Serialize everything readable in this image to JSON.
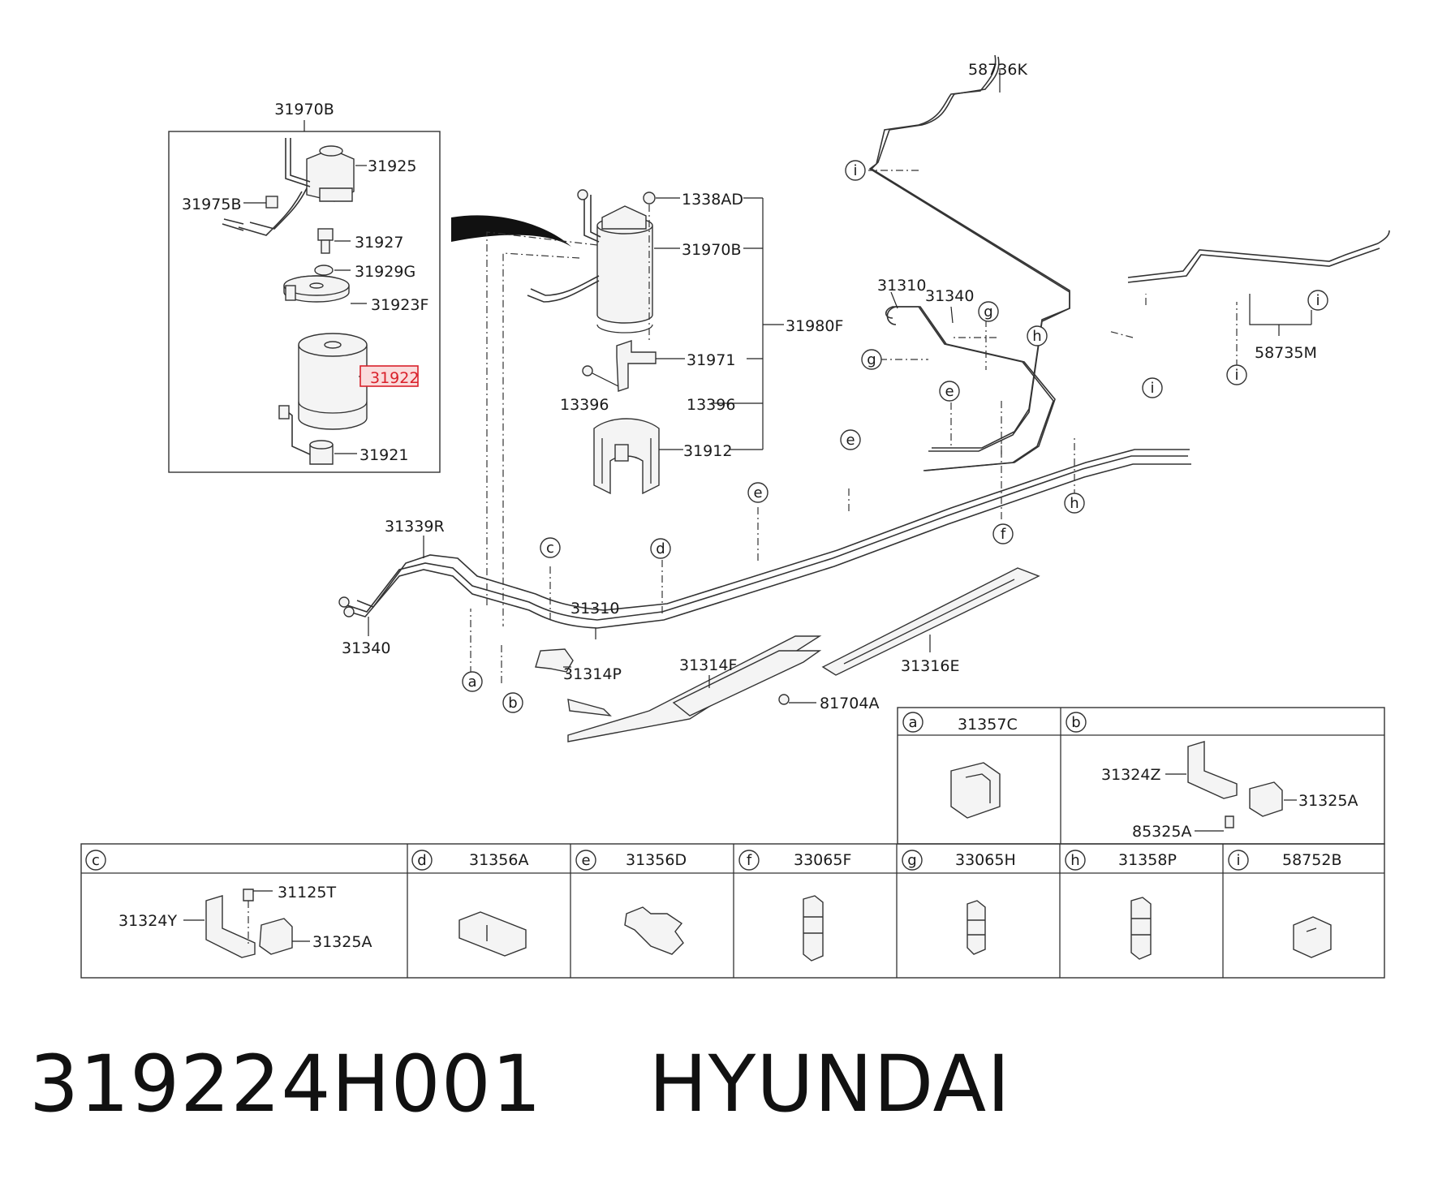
{
  "footer": {
    "part_number": "319224H001",
    "brand": "HYUNDAI"
  },
  "colors": {
    "highlight": "#d9202a",
    "line": "#333333"
  },
  "callouts": {
    "31970B_top": "31970B",
    "31925": "31925",
    "31975B": "31975B",
    "31927": "31927",
    "31929G": "31929G",
    "31923F": "31923F",
    "31922": "31922",
    "31921": "31921",
    "1338AD": "1338AD",
    "31970B_right": "31970B",
    "31980F": "31980F",
    "31971": "31971",
    "13396_a": "13396",
    "13396_b": "13396",
    "31912": "31912",
    "58736K": "58736K",
    "58735M": "58735M",
    "31310_top": "31310",
    "31340_top": "31340",
    "31339R": "31339R",
    "31340_left": "31340",
    "31310_mid": "31310",
    "31314P": "31314P",
    "31314F": "31314F",
    "81704A": "81704A",
    "31316E": "31316E"
  },
  "letters": {
    "a": "a",
    "b": "b",
    "c": "c",
    "d": "d",
    "e": "e",
    "f": "f",
    "g": "g",
    "h": "h",
    "i": "i"
  },
  "legend": {
    "a": {
      "letter": "a",
      "part": "31357C"
    },
    "b": {
      "letter": "b",
      "part": "",
      "labels": [
        "31324Z",
        "31325A",
        "85325A"
      ]
    },
    "c": {
      "letter": "c",
      "part": "",
      "labels": [
        "31125T",
        "31324Y",
        "31325A"
      ]
    },
    "d": {
      "letter": "d",
      "part": "31356A"
    },
    "e": {
      "letter": "e",
      "part": "31356D"
    },
    "f": {
      "letter": "f",
      "part": "33065F"
    },
    "g": {
      "letter": "g",
      "part": "33065H"
    },
    "h": {
      "letter": "h",
      "part": "31358P"
    },
    "i": {
      "letter": "i",
      "part": "58752B"
    }
  }
}
